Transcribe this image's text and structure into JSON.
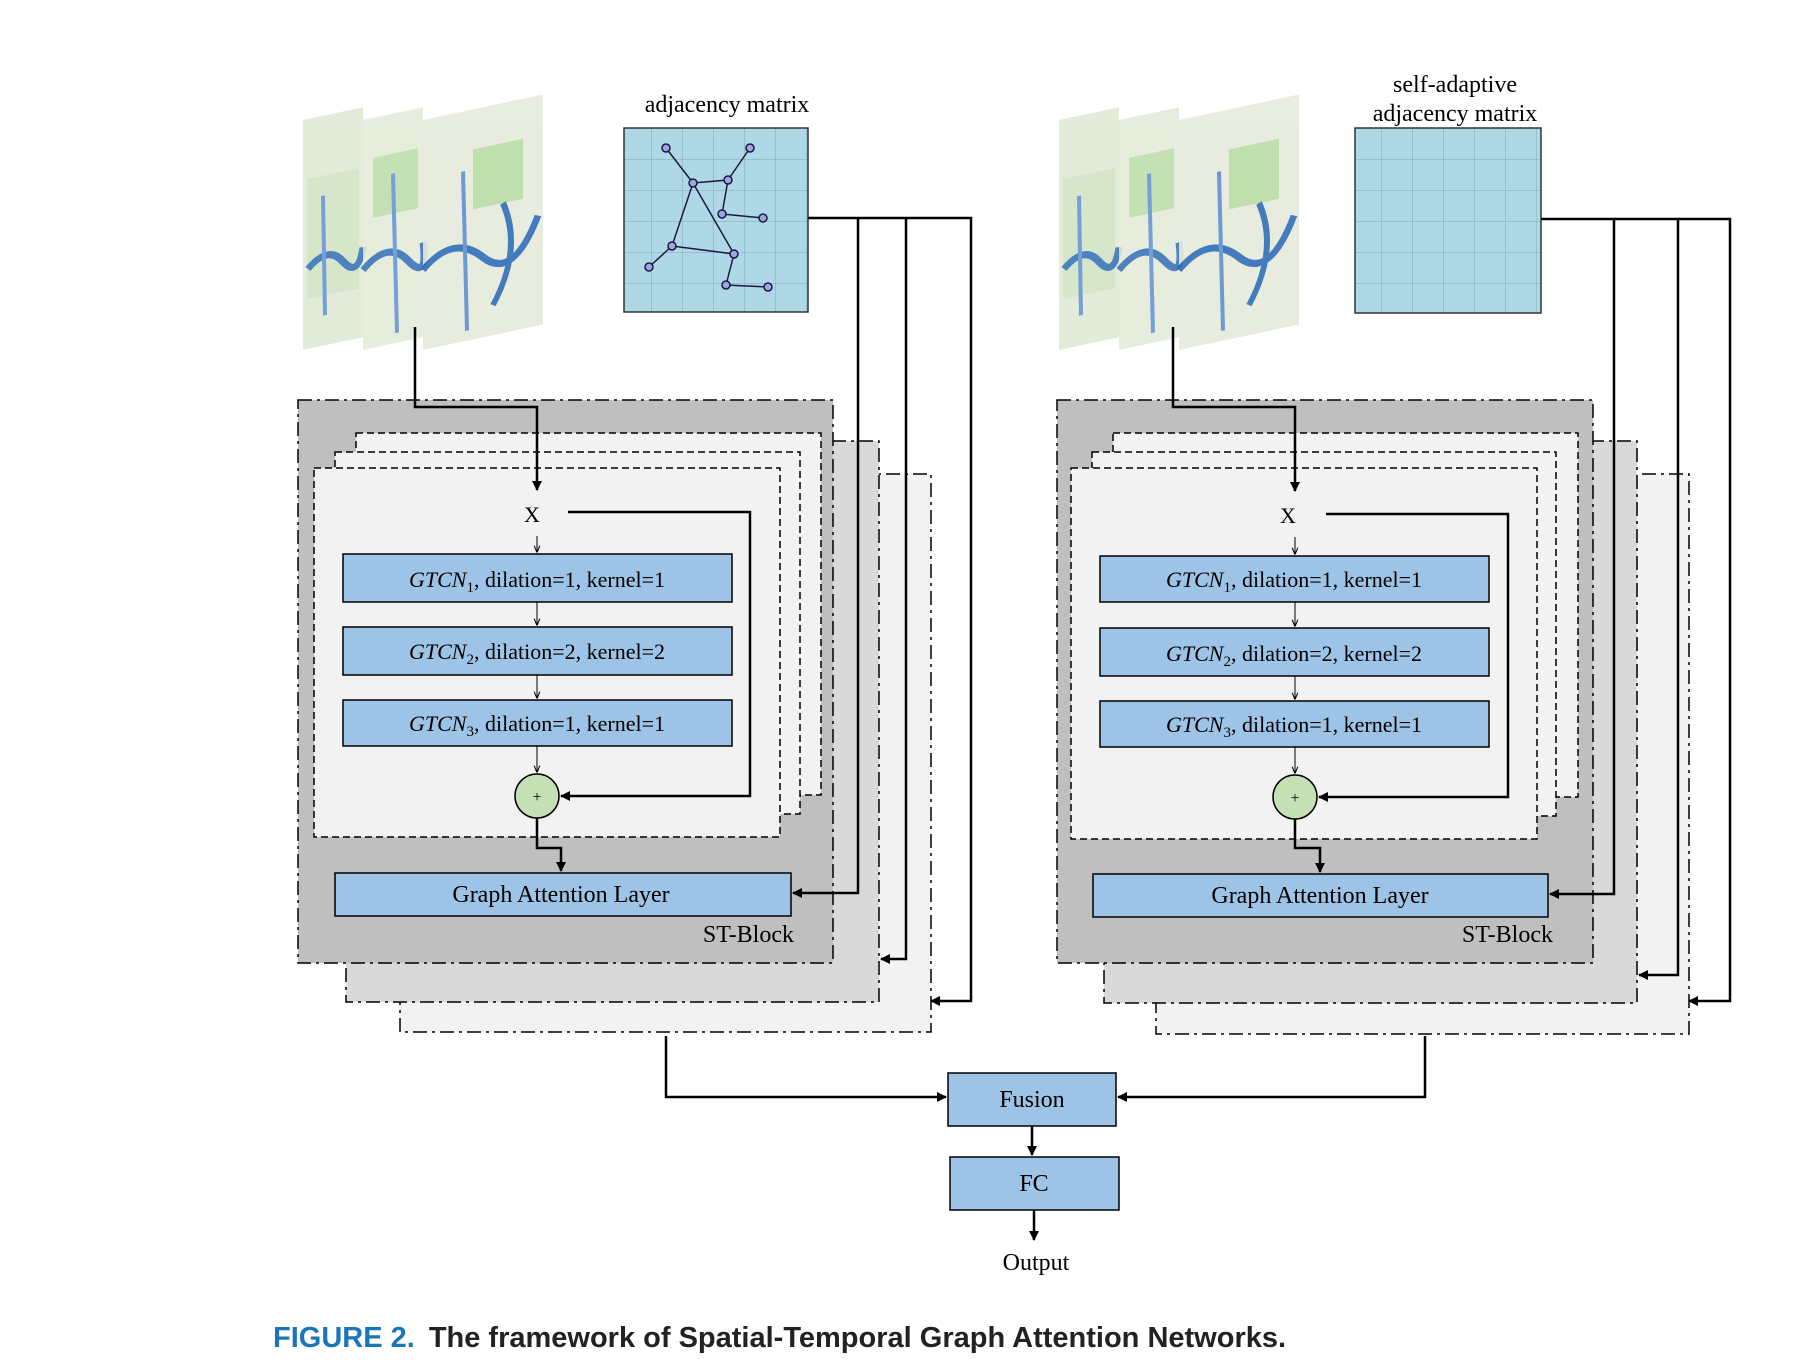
{
  "left_panel": {
    "matrix_label": "adjacency matrix",
    "input_label": "X",
    "gtcn_layers": [
      {
        "name": "GTCN",
        "sub": "1",
        "params": ", dilation=1, kernel=1"
      },
      {
        "name": "GTCN",
        "sub": "2",
        "params": ", dilation=2, kernel=2"
      },
      {
        "name": "GTCN",
        "sub": "3",
        "params": ", dilation=1, kernel=1"
      }
    ],
    "sum_symbol": "+",
    "gat_label": "Graph Attention Layer",
    "block_label": "ST-Block"
  },
  "right_panel": {
    "matrix_label_line1": "self-adaptive",
    "matrix_label_line2": "adjacency matrix",
    "input_label": "X",
    "gtcn_layers": [
      {
        "name": "GTCN",
        "sub": "1",
        "params": ", dilation=1, kernel=1"
      },
      {
        "name": "GTCN",
        "sub": "2",
        "params": ", dilation=2, kernel=2"
      },
      {
        "name": "GTCN",
        "sub": "3",
        "params": ", dilation=1, kernel=1"
      }
    ],
    "sum_symbol": "+",
    "gat_label": "Graph Attention Layer",
    "block_label": "ST-Block"
  },
  "fusion_label": "Fusion",
  "fc_label": "FC",
  "output_label": "Output",
  "caption": {
    "figure": "FIGURE 2.",
    "text": "The framework of Spatial-Temporal Graph Attention Networks."
  },
  "colors": {
    "layer_fill": "#9dc3e6",
    "matrix_fill": "#aed8e6",
    "block_dark": "#bfbfbf",
    "block_mid": "#d9d9d9",
    "block_light": "#f2f2f2",
    "sum_fill": "#c5e0b4",
    "caption_accent": "#1a76b8"
  }
}
